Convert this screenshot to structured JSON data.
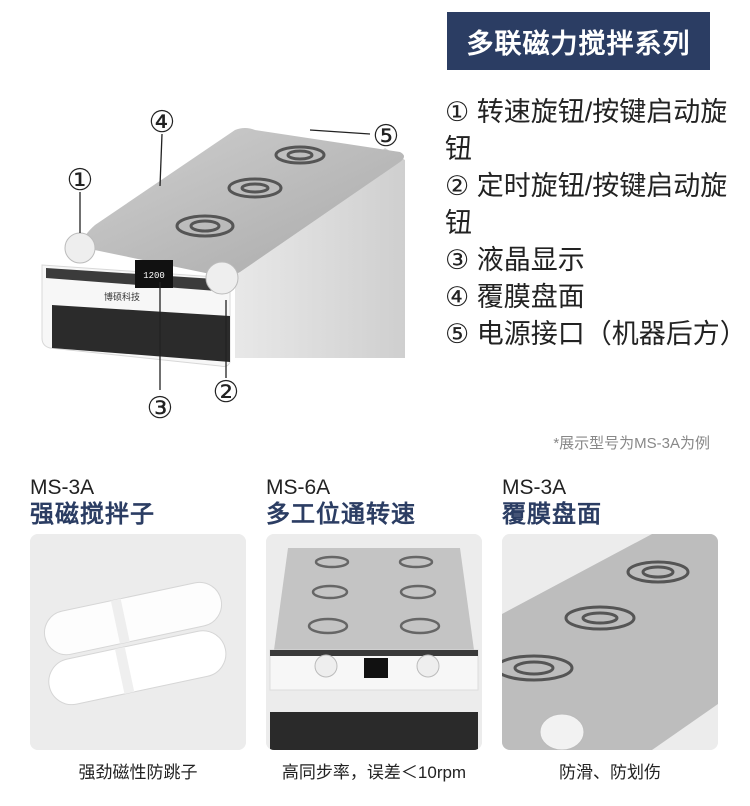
{
  "title": "多联磁力搅拌系列",
  "hero": {
    "callouts": [
      "①",
      "②",
      "③",
      "④",
      "⑤"
    ],
    "display_value": "1200",
    "brand": "博硕科技"
  },
  "legend": [
    "① 转速旋钮/按键启动旋钮",
    "② 定时旋钮/按键启动旋钮",
    "③ 液晶显示",
    "④ 覆膜盘面",
    "⑤ 电源接口（机器后方）"
  ],
  "note": "*展示型号为MS-3A为例",
  "features": [
    {
      "model": "MS-3A",
      "heading": "强磁搅拌子",
      "caption": "强劲磁性防跳子"
    },
    {
      "model": "MS-6A",
      "heading": "多工位通转速",
      "caption": "高同步率，误差＜10rpm"
    },
    {
      "model": "MS-3A",
      "heading": "覆膜盘面",
      "caption": "防滑、防划伤"
    }
  ],
  "colors": {
    "banner": "#2b3d63",
    "heading": "#2b3d63",
    "note": "#888888"
  }
}
